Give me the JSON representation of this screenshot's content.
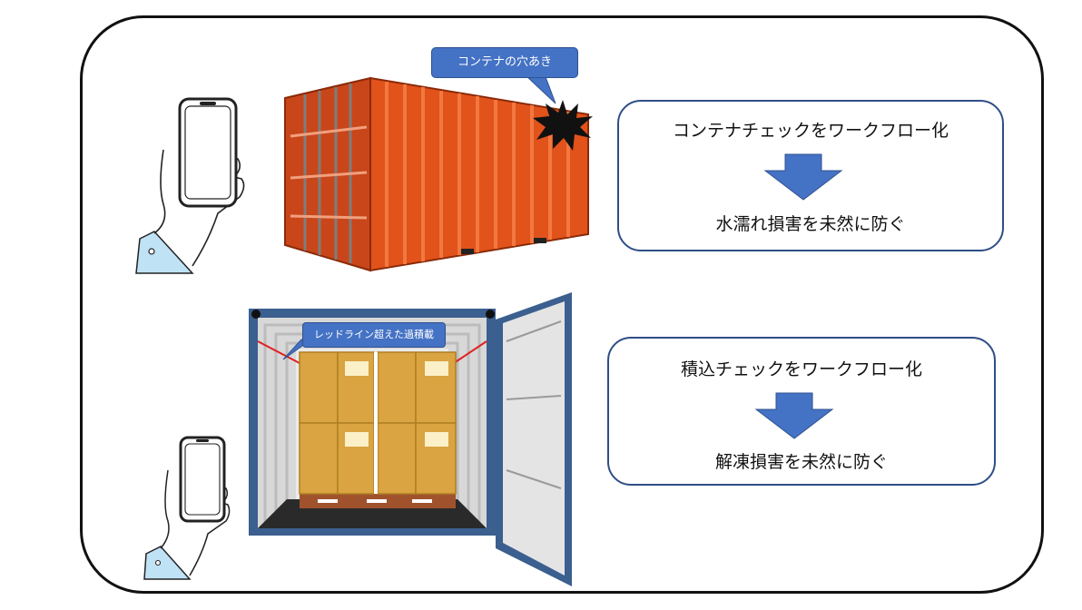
{
  "top_panel": {
    "hole_label": "コンテナの穴あき",
    "callout_top": "コンテナチェックをワークフロー化",
    "callout_bottom": "水濡れ損害を未然に防ぐ"
  },
  "bottom_panel": {
    "overload_label": "レッドライン超えた過積載",
    "callout_top": "積込チェックをワークフロー化",
    "callout_bottom": "解凍損害を未然に防ぐ"
  },
  "colors": {
    "container_orange": "#e2521b",
    "arrow_blue": "#4472c4",
    "callout_border": "#2f4e86",
    "door_blue": "#3b5f8f",
    "box_tan": "#d9a441",
    "red_line": "#e02020"
  },
  "icons": [
    "hand-phone-icon",
    "shipping-container-icon",
    "damage-burst-icon",
    "open-container-icon",
    "down-arrow-icon"
  ]
}
